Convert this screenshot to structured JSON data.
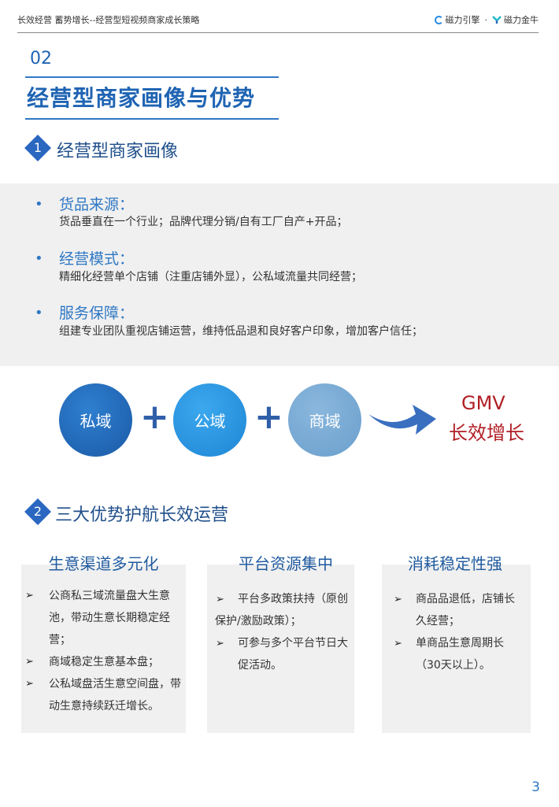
{
  "header": {
    "title": "长效经营 蓄势增长--经营型短视频商家成长策略",
    "logo1": "磁力引擎",
    "separator": "·",
    "logo2": "磁力金牛"
  },
  "section": {
    "number": "02",
    "title": "经营型商家画像与优势"
  },
  "sub1": {
    "num": "1",
    "title": "经营型商家画像"
  },
  "profile_items": [
    {
      "title": "货品来源：",
      "desc": "货品垂直在一个行业；品牌代理分销/自有工厂自产+开品；"
    },
    {
      "title": "经营模式：",
      "desc": "精细化经营单个店铺（注重店铺外显），公私域流量共同经营；"
    },
    {
      "title": "服务保障：",
      "desc": "组建专业团队重视店铺运营，维持低品退和良好客户印象，增加客户信任；"
    }
  ],
  "flow": {
    "circles": [
      "私域",
      "公域",
      "商域"
    ],
    "plus": "+",
    "result_line1": "GMV",
    "result_line2": "长效增长"
  },
  "sub2": {
    "num": "2",
    "title": "三大优势护航长效运营"
  },
  "cards": [
    {
      "title": "生意渠道多元化",
      "items": [
        "公商私三域流量盘大生意池，带动生意长期稳定经营；",
        "商域稳定生意基本盘；",
        "公私域盘活生意空间盘，带动生意持续跃迁增长。"
      ]
    },
    {
      "title": "平台资源集中",
      "items": [
        "平台多政策扶持（原创保护/激励政策）；",
        "可参与多个平台节日大促活动。"
      ]
    },
    {
      "title": "消耗稳定性强",
      "items": [
        "商品品退低，店铺长久经营；",
        "单商品生意周期长（30天以上）。"
      ]
    }
  ],
  "arrow_glyph": "➢",
  "page_number": "3",
  "colors": {
    "accent": "#2f78c4",
    "dark_blue": "#1f5a9e",
    "red": "#b11f26",
    "band": "#f0f0f0"
  }
}
